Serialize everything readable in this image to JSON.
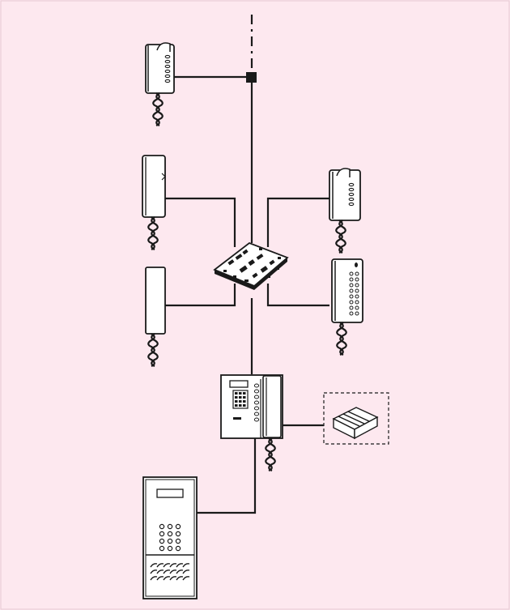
{
  "diagram": {
    "background": "#fde8ef",
    "line_color": "#1a1a1a",
    "device_fill": "#ffffff",
    "nodes": [
      {
        "id": "bus-continuation",
        "icon": "dash-dot-line"
      },
      {
        "id": "junction",
        "icon": "junction-box-icon"
      },
      {
        "id": "handset-top",
        "icon": "handset-with-keypad-icon"
      },
      {
        "id": "handset-left-upper",
        "icon": "handset-plain-icon"
      },
      {
        "id": "handset-left-lower",
        "icon": "handset-plain-icon"
      },
      {
        "id": "handset-right-upper",
        "icon": "handset-with-keypad-icon"
      },
      {
        "id": "handset-right-lower",
        "icon": "handset-multi-button-icon"
      },
      {
        "id": "pcb",
        "icon": "circuit-board-icon"
      },
      {
        "id": "concierge-station",
        "icon": "concierge-station-icon"
      },
      {
        "id": "power-supply",
        "icon": "din-module-icon"
      },
      {
        "id": "entrance-panel",
        "icon": "door-entry-panel-icon"
      }
    ]
  }
}
